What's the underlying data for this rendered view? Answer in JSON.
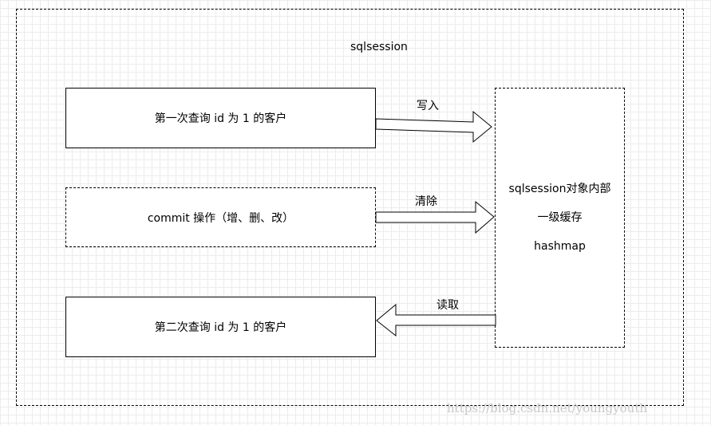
{
  "diagram": {
    "title": "sqlsession",
    "steps": [
      {
        "label": "第一次查询 id 为 1 的客户",
        "arrow": "写入"
      },
      {
        "label": "commit  操作（增、删、改）",
        "arrow": "清除"
      },
      {
        "label": "第二次查询 id 为 1 的客户",
        "arrow": "读取"
      }
    ],
    "cache": {
      "line1": "sqlsession对象内部",
      "line2": "一级缓存",
      "line3": "hashmap"
    },
    "watermark": "https://blog.csdn.net/youngyouth"
  }
}
